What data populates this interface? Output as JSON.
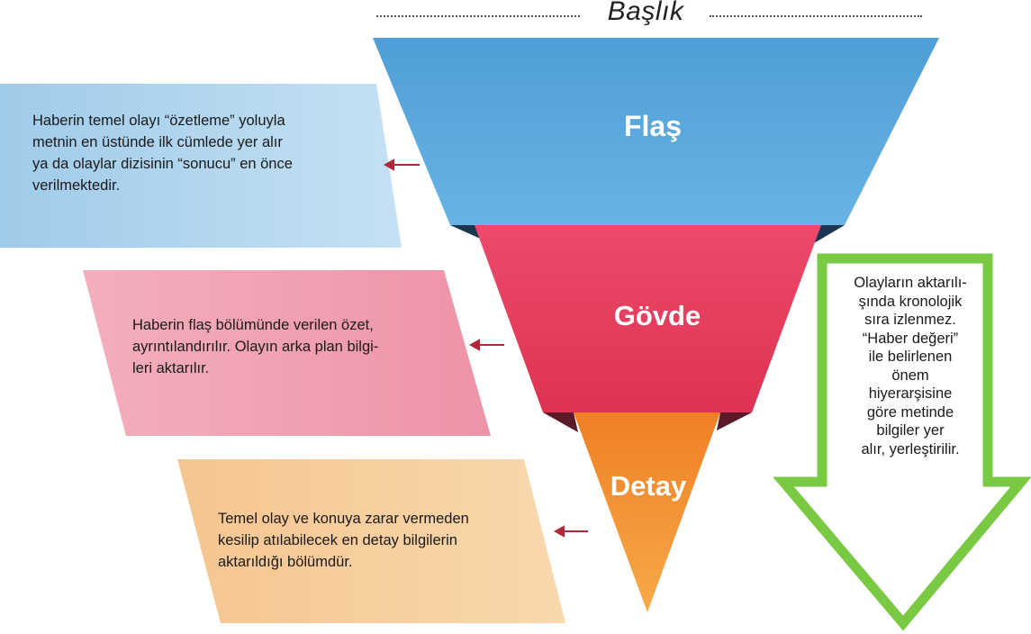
{
  "diagram": {
    "title": "Başlık",
    "layers": [
      {
        "label": "Flaş",
        "color": "#5aa8dd",
        "description": "Haberin temel olayı “özetleme” yoluyla\nmetnin en üstünde ilk cümlede yer alır\nya da olaylar dizisinin “sonucu” en önce\nverilmektedir."
      },
      {
        "label": "Gövde",
        "color": "#e63b5c",
        "description": "Haberin flaş bölümünde verilen özet,\nayrıntılandırılır.  Olayın arka plan bilgi-\nleri aktarılır."
      },
      {
        "label": "Detay",
        "color": "#f49a38",
        "description": "Temel olay ve konuya zarar vermeden\nkesilip atılabilecek en detay bilgilerin\naktarıldığı bölümdür."
      }
    ],
    "side_note": "Olayların aktarılı-\nşında kronolojik\nsıra izlenmez.\n“Haber değeri”\nile belirlenen\nönem\nhiyerarşisine\ngöre metinde\nbilgiler yer\nalır, yerleştirilir.",
    "colors": {
      "blue_box": "#a9d1ec",
      "pink_box": "#f2a1b2",
      "orange_box": "#f7cf9c",
      "arrow_green": "#7ac943",
      "pointer_arrow": "#b2263a"
    },
    "icons": [
      "arrow-left-icon",
      "arrow-down-icon"
    ]
  }
}
